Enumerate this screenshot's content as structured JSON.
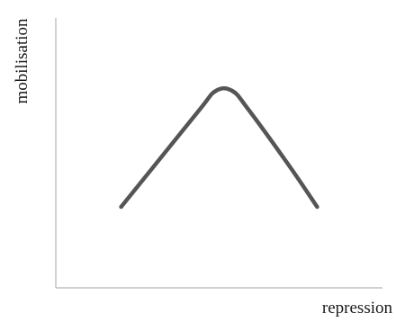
{
  "chart_data": {
    "type": "line",
    "title": "",
    "xlabel": "repression",
    "ylabel": "mobilisation",
    "xlim": [
      0,
      10
    ],
    "ylim": [
      0,
      10
    ],
    "grid": false,
    "legend": "none",
    "colors": {
      "line": "#555555",
      "axis": "#b5b5b5"
    },
    "series": [
      {
        "x": [
          2.0,
          3.0,
          4.4,
          4.9,
          5.4,
          5.9,
          7.1,
          8.0
        ],
        "y": [
          3.0,
          4.5,
          6.6,
          7.3,
          7.3,
          6.6,
          4.6,
          3.0
        ]
      }
    ]
  }
}
